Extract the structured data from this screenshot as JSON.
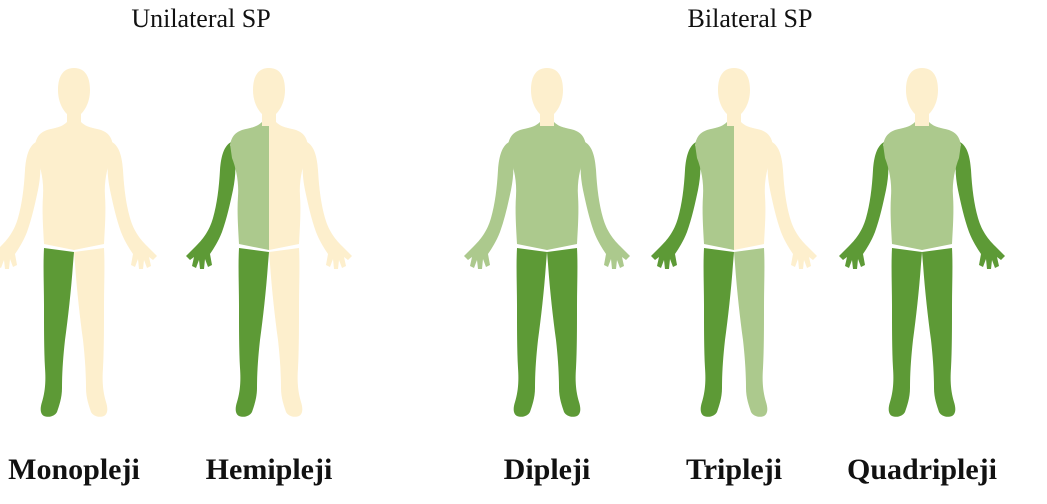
{
  "groups": {
    "unilateral": "Unilateral SP",
    "bilateral": "Bilateral SP"
  },
  "colors": {
    "skin": "#fdefcd",
    "affected_strong": "#5d9a36",
    "affected_light": "#acc98d",
    "background": "#ffffff"
  },
  "figures": [
    {
      "label": "Monopleji",
      "torso_left": "skin",
      "torso_right": "skin",
      "arm_left": "skin",
      "arm_right": "skin",
      "leg_left": "strong",
      "leg_right": "skin"
    },
    {
      "label": "Hemipleji",
      "torso_left": "light",
      "torso_right": "skin",
      "arm_left": "strong",
      "arm_right": "skin",
      "leg_left": "strong",
      "leg_right": "skin"
    },
    {
      "label": "Dipleji",
      "torso_left": "light",
      "torso_right": "light",
      "arm_left": "light",
      "arm_right": "light",
      "leg_left": "strong",
      "leg_right": "strong"
    },
    {
      "label": "Tripleji",
      "torso_left": "light",
      "torso_right": "skin",
      "arm_left": "strong",
      "arm_right": "skin",
      "leg_left": "strong",
      "leg_right": "light"
    },
    {
      "label": "Quadripleji",
      "torso_left": "light",
      "torso_right": "light",
      "arm_left": "strong",
      "arm_right": "strong",
      "leg_left": "strong",
      "leg_right": "strong"
    }
  ]
}
